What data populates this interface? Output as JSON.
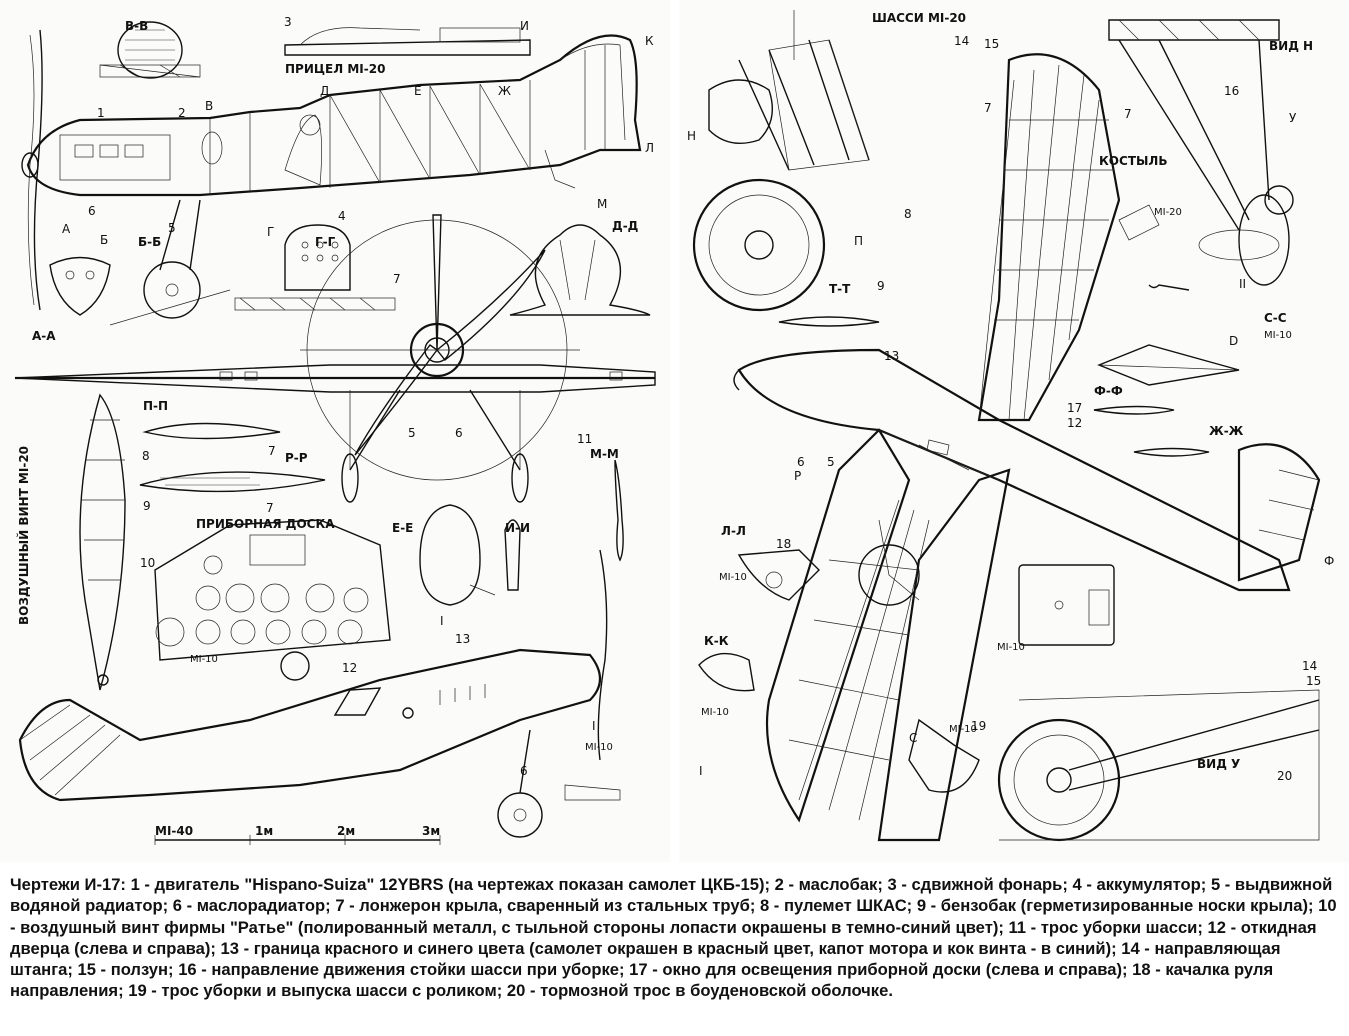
{
  "left_sheet": {
    "section_labels": {
      "bb_top": "В-В",
      "dd": "Д-Д",
      "gg": "Г-Г",
      "bb": "Б-Б",
      "aa": "А-А",
      "pp": "П-П",
      "rr": "Р-Р",
      "mm": "М-М",
      "ee": "Е-Е",
      "ii": "И-И"
    },
    "sight_label": "ПРИЦЕЛ МI-20",
    "letters": {
      "v": "В",
      "i": "И",
      "k": "К",
      "d": "Д",
      "e": "Е",
      "zh": "Ж",
      "l": "Л",
      "a": "А",
      "b": "Б",
      "g": "Г",
      "m": "М"
    },
    "prop_label": "ВОЗДУШНЫЙ ВИНТ МI-20",
    "panel_label": "ПРИБОРНАЯ ДОСКА",
    "scale_panel": "МI-10",
    "scale_i": "МI-10",
    "roman_i": "I",
    "scale_bar": {
      "label": "МI-40",
      "ticks": [
        "1м",
        "2м",
        "3м"
      ]
    },
    "numbers": [
      "1",
      "2",
      "3",
      "4",
      "5",
      "6",
      "7",
      "8",
      "9",
      "10",
      "11",
      "12",
      "13"
    ]
  },
  "right_sheet": {
    "gear_title": "ШАССИ МI-20",
    "tailwheel_title": "КОСТЫЛЬ",
    "tailwheel_scale": "МI-20",
    "view_n": "ВИД Н",
    "view_u": "ВИД У",
    "y_letter": "У",
    "section_labels": {
      "tt": "Т-Т",
      "ss": "С-С",
      "ff": "Ф-Ф",
      "zhzh": "Ж-Ж",
      "ll": "Л-Л",
      "kk": "К-К"
    },
    "scale_ss": "МI-10",
    "scales": [
      "МI-10",
      "МI-10",
      "МI-10",
      "МI-10"
    ],
    "letters": {
      "h": "Н",
      "p": "П",
      "r": "Р",
      "s": "С",
      "f": "Ф",
      "d": "D"
    },
    "roman": {
      "two": "II",
      "i": "I"
    },
    "numbers": [
      "5",
      "6",
      "7",
      "8",
      "9",
      "12",
      "13",
      "14",
      "15",
      "16",
      "17",
      "18",
      "19",
      "20"
    ]
  },
  "caption": "Чертежи И-17: 1 - двигатель \"Hispano-Suiza\" 12YBRS (на чертежах показан самолет ЦКБ-15); 2 - маслобак; 3 - сдвижной фонарь; 4 - аккумулятор; 5 - выдвижной водяной радиатор; 6 - маслорадиатор; 7 - лонжерон крыла, сваренный из стальных труб; 8 - пулемет ШКАС; 9 - бензобак (герметизированные носки крыла); 10 - воздушный винт фирмы \"Ратье\" (полированный металл, с тыльной стороны лопасти окрашены в темно-синий цвет); 11 - трос уборки шасси; 12 - откидная дверца (слева и справа); 13 - граница красного и синего цвета (самолет окрашен в красный цвет, капот мотора и кок винта - в синий); 14 - направляющая штанга; 15 - ползун; 16 - направление движения стойки шасси при уборке; 17 - окно для освещения приборной доски (слева и справа); 18 - качалка руля направления; 19 - трос уборки и выпуска шасси с роликом; 20 - тормозной трос в боуденовской оболочке."
}
